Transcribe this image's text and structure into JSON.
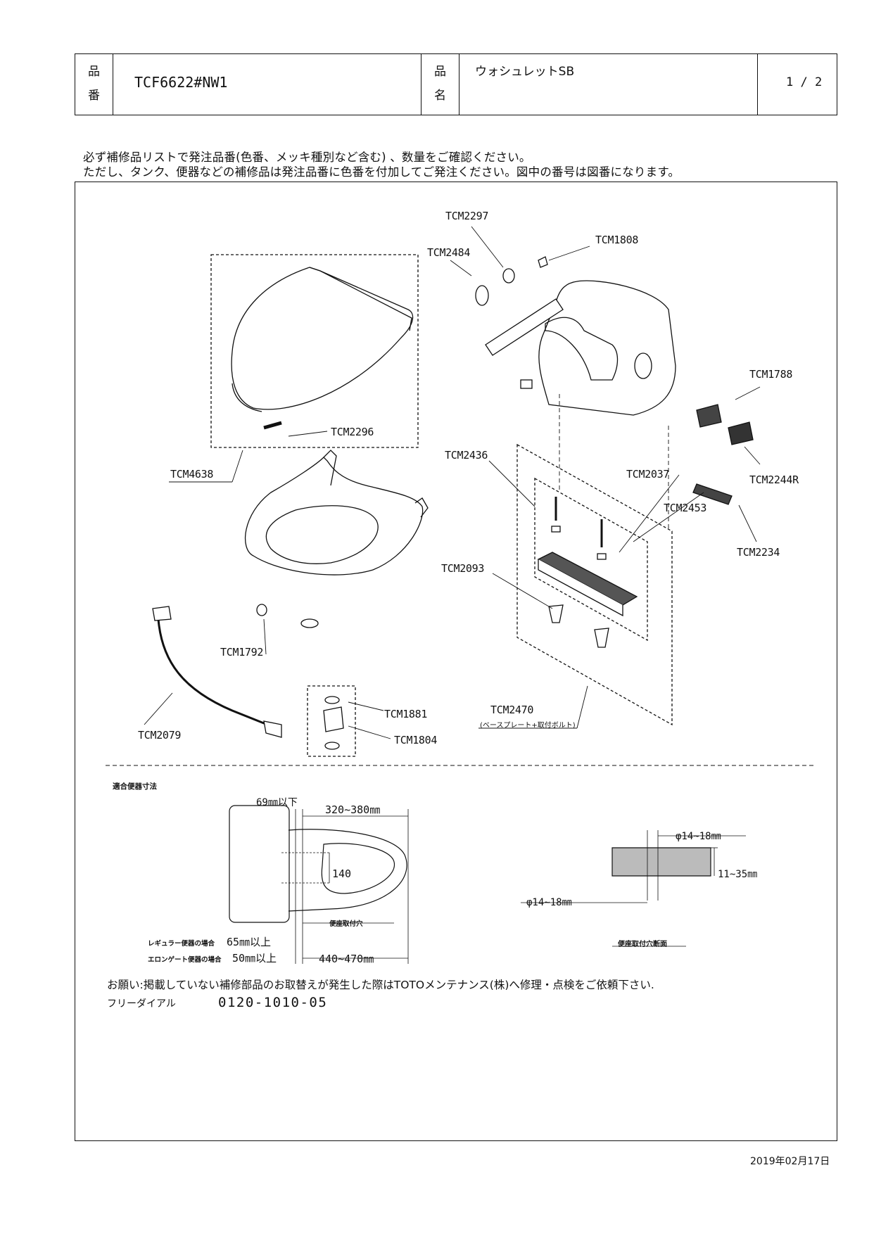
{
  "header": {
    "label_hinban_1": "品",
    "label_hinban_2": "番",
    "product_number": "TCF6622#NW1",
    "label_hinmei_1": "品",
    "label_hinmei_2": "名",
    "product_name": "ウォシュレットSB",
    "page": "1 / 2"
  },
  "notice": {
    "line1": "必ず補修品リストで発注品番(色番、メッキ種別など含む) 、数量をご確認ください。",
    "line2": "ただし、タンク、便器などの補修品は発注品番に色番を付加してご発注ください。図中の番号は図番になります。"
  },
  "parts": {
    "tcm2297": "TCM2297",
    "tcm1808": "TCM1808",
    "tcm2484": "TCM2484",
    "tcm1788": "TCM1788",
    "tcm2296": "TCM2296",
    "tcm4638": "TCM4638",
    "tcm2436": "TCM2436",
    "tcm2037": "TCM2037",
    "tcm2244r": "TCM2244R",
    "tcm2453": "TCM2453",
    "tcm2234": "TCM2234",
    "tcm2093": "TCM2093",
    "tcm1792": "TCM1792",
    "tcm1881": "TCM1881",
    "tcm1804": "TCM1804",
    "tcm2079": "TCM2079",
    "tcm2470": "TCM2470",
    "tcm2470_note": "(ベースプレート+取付ボルト)"
  },
  "dimensions": {
    "section_title": "適合便器寸法",
    "d69": "69㎜以下",
    "d320": "320~380㎜",
    "d140": "140",
    "seat_hole": "便座取付穴",
    "regular_label": "レギュラー便器の場合",
    "regular_value": "65㎜以上",
    "elongated_label": "エロンゲート便器の場合",
    "elongated_value": "50㎜以上",
    "d440": "440~470㎜",
    "phi_top": "φ14~18㎜",
    "thickness": "11~35㎜",
    "phi_bottom": "φ14~18㎜",
    "section_caption": "便座取付穴断面"
  },
  "footer": {
    "request": "お願い:掲載していない補修部品のお取替えが発生した際はTOTOメンテナンス(株)へ修理・点検をご依頼下さい.",
    "freedial_label": "フリーダイアル",
    "freedial_number": "0120-1010-05",
    "date": "2019年02月17日"
  }
}
